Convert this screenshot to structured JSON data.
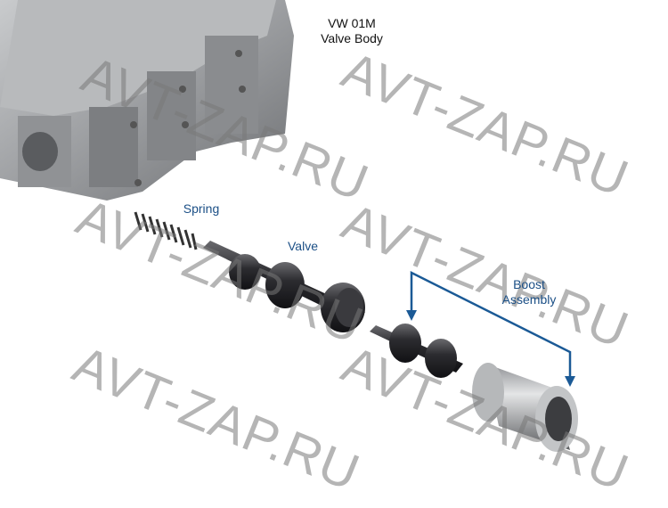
{
  "title": {
    "line1": "VW 01M",
    "line2": "Valve Body"
  },
  "labels": {
    "spring": "Spring",
    "valve": "Valve",
    "boost_line1": "Boost",
    "boost_line2": "Assembly"
  },
  "watermark": "AVT-ZAP.RU",
  "colors": {
    "label_blue": "#1b4f86",
    "arrow_blue": "#1b5a96"
  }
}
